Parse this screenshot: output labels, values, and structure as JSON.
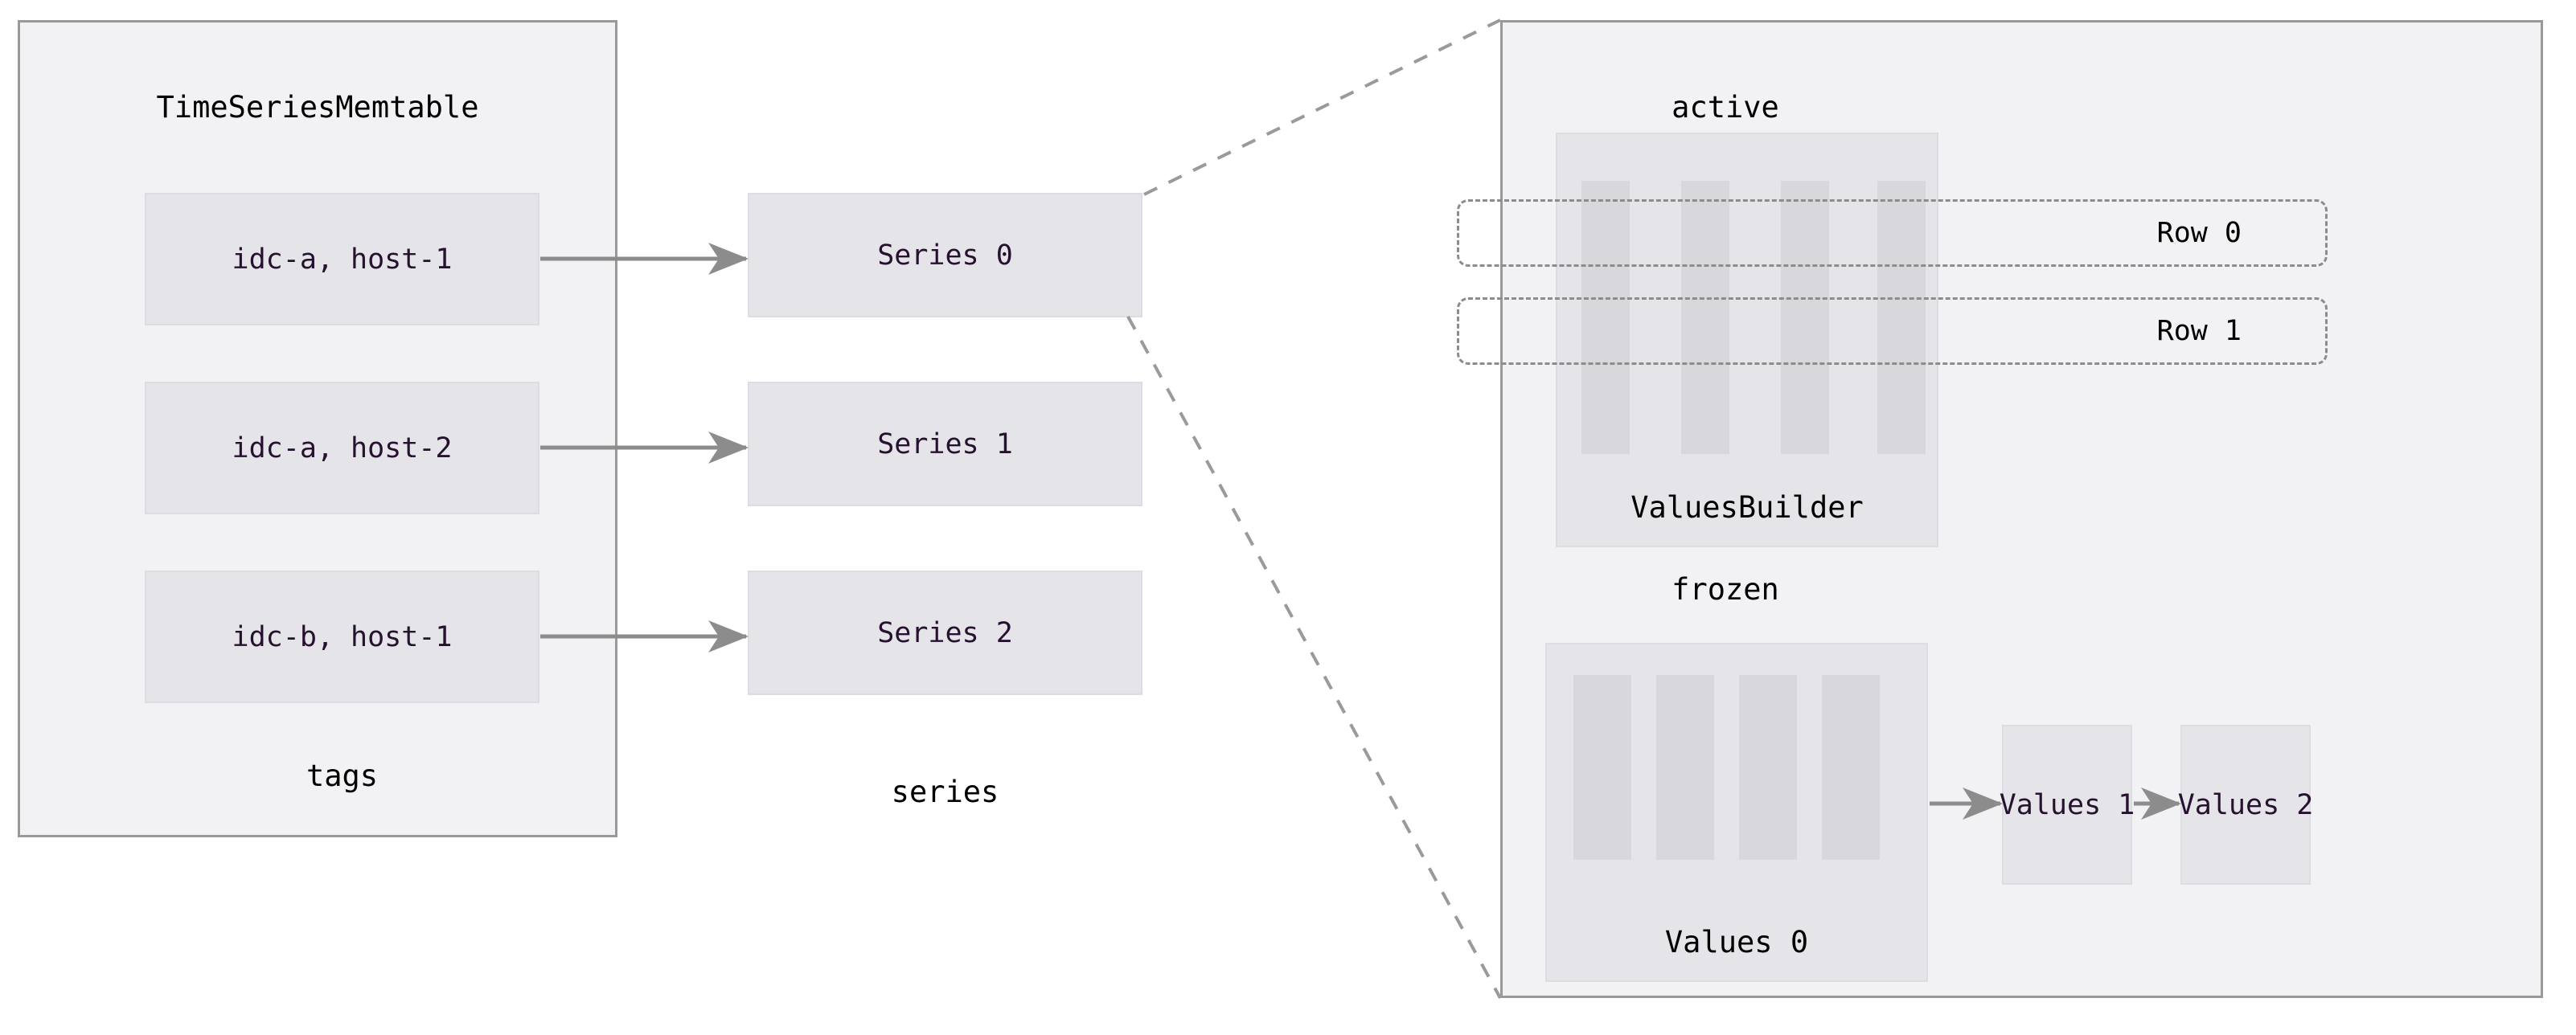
{
  "diagram": {
    "left_cluster": {
      "title": "TimeSeriesMemtable",
      "tags_caption": "tags",
      "series_caption": "series",
      "tags": [
        {
          "label": "idc-a, host-1"
        },
        {
          "label": "idc-a, host-2"
        },
        {
          "label": "idc-b, host-1"
        }
      ],
      "series": [
        {
          "label": "Series 0"
        },
        {
          "label": "Series 1"
        },
        {
          "label": "Series 2"
        }
      ]
    },
    "right_cluster": {
      "active_title": "active",
      "frozen_title": "frozen",
      "values_builder_label": "ValuesBuilder",
      "values_0_label": "Values 0",
      "values_1_label": "Values 1",
      "values_2_label": "Values 2",
      "rows": [
        {
          "label": "Row 0"
        },
        {
          "label": "Row 1"
        }
      ]
    },
    "colors": {
      "panel_fill": "#f2f2f4",
      "panel_border": "#999999",
      "node_fill": "#e4e4e9",
      "node_border": "#dcdce2",
      "column_strip": "#d7d7dc",
      "arrow": "#8c8c8c",
      "node_text": "#26122f",
      "label_text": "#000000",
      "dashed_border": "#8c8c8c"
    }
  }
}
